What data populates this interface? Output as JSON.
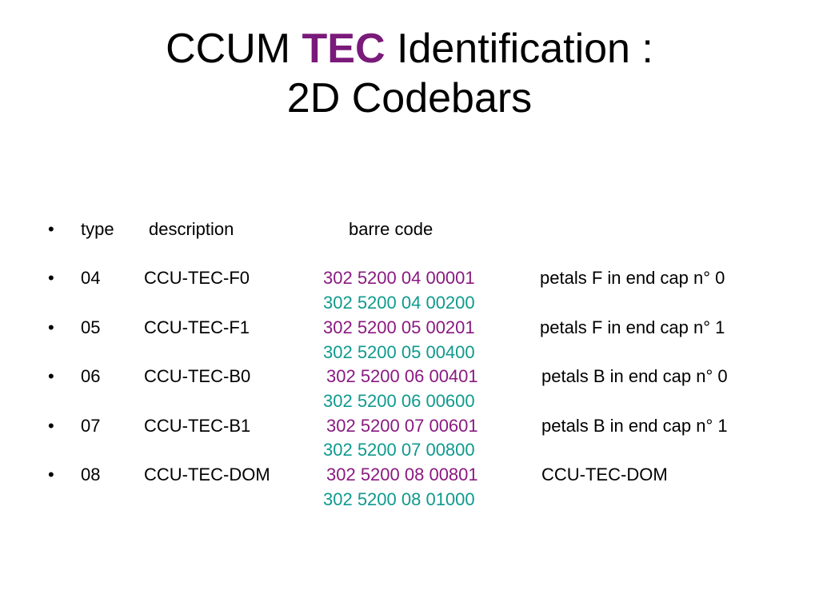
{
  "title": {
    "part1": "CCUM ",
    "highlight": "TEC",
    "part2": " Identification :",
    "line2": "2D Codebars"
  },
  "colors": {
    "highlight": "#7a1a7a",
    "code_start": "#8a1a80",
    "code_end": "#0f9a8e"
  },
  "header": {
    "bullet": "•",
    "type": "type",
    "description": "description",
    "barcode": "barre code"
  },
  "rows": [
    {
      "bullet": "•",
      "type": "04",
      "description": "CCU-TEC-F0",
      "code_start": "302 5200 04 00001",
      "note": "petals F in end cap n° 0",
      "code_end": "302 5200 04 00200"
    },
    {
      "bullet": "•",
      "type": "05",
      "description": "CCU-TEC-F1",
      "code_start": "302 5200 05 00201",
      "note": "petals F in end cap n° 1",
      "code_end": "302 5200 05 00400"
    },
    {
      "bullet": "•",
      "type": "06",
      "description": "CCU-TEC-B0",
      "code_start": "302 5200 06 00401",
      "note": "petals B in end cap n° 0",
      "code_end": "302 5200 06 00600"
    },
    {
      "bullet": "•",
      "type": "07",
      "description": "CCU-TEC-B1",
      "code_start": "302 5200 07 00601",
      "note": "petals B in end cap n° 1",
      "code_end": "302 5200 07 00800"
    },
    {
      "bullet": "•",
      "type": "08",
      "description": "CCU-TEC-DOM",
      "code_start": "302 5200 08 00801",
      "note": "CCU-TEC-DOM",
      "code_end": "302 5200 08 01000"
    }
  ]
}
